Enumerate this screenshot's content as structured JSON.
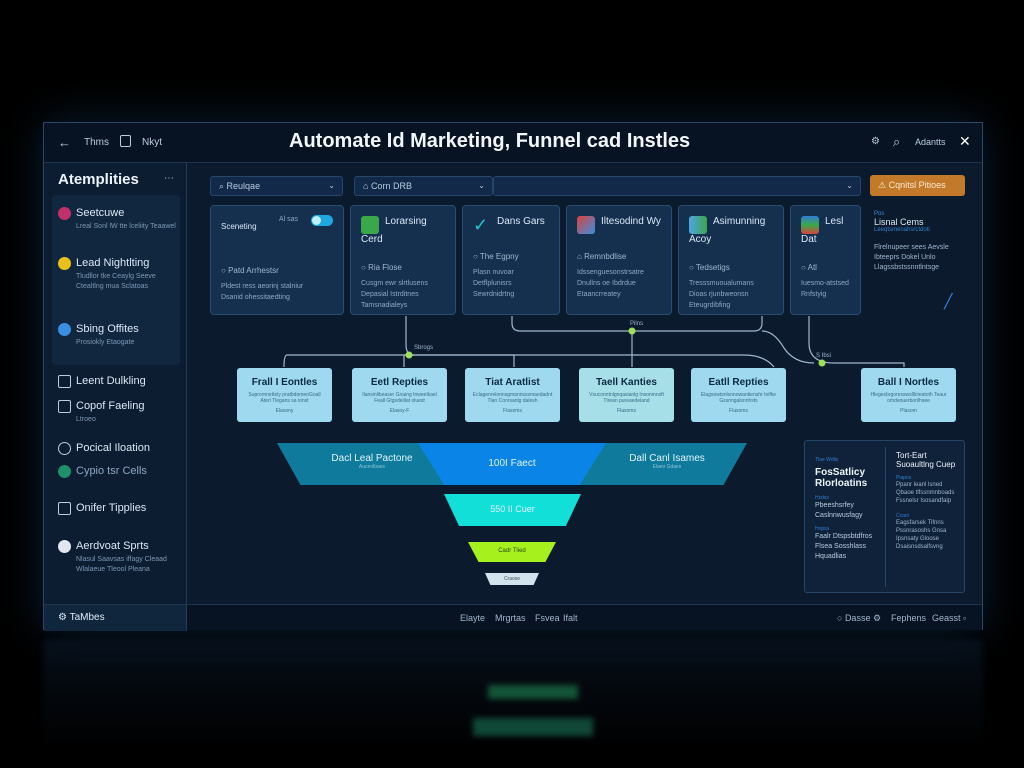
{
  "header": {
    "back_label": "Thms",
    "nav_label": "Nkyt",
    "title": "Automate Id Marketing, Funnel cad Instles",
    "account_label": "Adantts"
  },
  "sidebar": {
    "title": "Atemplities",
    "items": [
      {
        "label": "Seetcuwe",
        "desc": "Lreal Sonl lW tte lceliity Teaawel"
      },
      {
        "label": "Lead Nightlting",
        "desc": "Tludllor tke Ceaylg Seeve Ctealtlng mua Sclatoas"
      },
      {
        "label": "Sbing Offites",
        "desc": "Prosiokly Etaogate"
      },
      {
        "label": "Leent Dulkling",
        "desc": ""
      },
      {
        "label": "Copof Faeling",
        "desc": "Ltroeo"
      },
      {
        "label": "Pocical Iloation",
        "desc": ""
      },
      {
        "label": "Cypio tsr Cells",
        "desc": ""
      },
      {
        "label": "Onifer Tipplies",
        "desc": ""
      },
      {
        "label": "Aerdvoat Sprts",
        "desc": "Nlasul Saavsas iffagy Cleaad Wlalaeue Tleool Pleana"
      }
    ],
    "footer_label": "TaMbes"
  },
  "filters": {
    "filter1": "Reulqae",
    "filter2": "Corn DRB",
    "action_button": "Cqnitsl Pitioes"
  },
  "cards": [
    {
      "title": "Sceneting",
      "toggle_label": "Al sas",
      "toggle_on": true,
      "sub": "Patd Arrhestsr",
      "items": [
        "Pldest ress aeorinj stalniur",
        "Dsanid ohessitaedting"
      ],
      "color": "#2b8fd8"
    },
    {
      "title": "Lorarsing Cerd",
      "sub": "Ria Flose",
      "items": [
        "Cusgm ewr slrtlusens",
        "Depasial Istrditnes",
        "Tamsnadialeys"
      ],
      "color": "#3aa84a"
    },
    {
      "title": "Dans Gars",
      "sub": "The Egpny",
      "items": [
        "Plasn nuvoar",
        "Detflplunisrs",
        "Sewrdnidrtng"
      ],
      "color": "#22c3c9"
    },
    {
      "title": "Iltesodind Wy",
      "sub": "Remnbdlise",
      "items": [
        "Idssenguesonstrsatre",
        "Dnullns oe Ibdrdue",
        "Etaancrreatey"
      ],
      "color": "#d9443f"
    },
    {
      "title": "Asimunning Acoy",
      "sub": "Tedsetigs",
      "items": [
        "Tresssmuoualumans",
        "Dioas rjunbweonsn",
        "Eteugrdibfing"
      ],
      "color": "#4fa3e8"
    },
    {
      "title": "Lesl Dat",
      "sub": "Atl",
      "items": [
        "Iuesmo-atstsed Rnfstyig"
      ],
      "color": "#2f7ed2"
    }
  ],
  "info_panel": {
    "tag": "Pos",
    "title": "Lisnal Cems",
    "link": "Leeqtsmenahsrctdoti",
    "text": "Flrelnupeer sees Aevsle Ibteeprs Dokel Unlo Llagssbstssnntlntsge"
  },
  "connector_labels": [
    "Pilns",
    "Sbrogs",
    "S Ibsi"
  ],
  "stage_boxes": [
    {
      "title": "Frall I Eontles",
      "desc": "Suprornnettely pratbdomeoGoall Aterl Tlegans sa ionst",
      "footer": "Elasony"
    },
    {
      "title": "Eetl Repties",
      "desc": "Ilansinlibeaser Gnaing Inweelkael Feall Gtgsdeillat oluest",
      "footer": "Elasoy-F"
    },
    {
      "title": "Tiat Aratlist",
      "desc": "Eclagenrelonnsgmannsssmaedadnt Tlan Conrsanlg dalesh",
      "footer": "Flasoms"
    },
    {
      "title": "Taell Kanties",
      "desc": "Vsuconntnlgnqasianlg Insonmnsft Tlrean pureaedeland",
      "footer": "Flasoms"
    },
    {
      "title": "Eatll Repties",
      "desc": "Elagsowtsnlsnnowantienshr Inifke Gssnngalsnnhsts",
      "footer": "Flasoms"
    },
    {
      "title": "Ball I Nortles",
      "desc": "Hlegesbrgoresswslllcteatoth Teaur omdeouerborilhsee",
      "footer": "Plasom"
    }
  ],
  "funnel": [
    {
      "left": "Dacl Leal Pactone",
      "left_sub": "Aucenlbaes",
      "center": "100I Faect",
      "right": "Dall Canl Isames",
      "right_sub": "Elaev Gdaes",
      "color_side": "#0f7a9c",
      "color_center": "#0b84e8"
    },
    {
      "label": "550 II Cuer",
      "color": "#12dfd7"
    },
    {
      "label": "Cadr Tlied",
      "color": "#a6f01e"
    },
    {
      "label": "Craose",
      "color": "#d3e3ee"
    }
  ],
  "summary_panel": {
    "left": {
      "tag": "Tlae Wdlis",
      "title": "FosSatlicy Rlorloatins",
      "sections": [
        {
          "h": "Hsdss",
          "items": [
            "Pbeeshsrfey",
            "Caslnnwusfagy"
          ]
        },
        {
          "h": "Hopss",
          "items": [
            "Faalr Dtspsbtdfros",
            "Flsea Sosshlass",
            "Hquadlias"
          ]
        }
      ]
    },
    "right": {
      "title": "Tort-Eart Suoaultlng Cuep",
      "sections": [
        {
          "h": "Piapos",
          "items": [
            "Ppanr leanl lsned",
            "Qbaoe tlfssnmnboads",
            "Fssnelsr Isosandfalp"
          ]
        },
        {
          "h": "Ccanl",
          "items": [
            "Eagsfarsek Tifnns",
            "Pssnrasoshs Gnsa",
            "Ipsnsaty Gloose",
            "Dsaisnsdsalfsvng"
          ]
        }
      ]
    }
  },
  "footer": {
    "links": [
      "Elayte",
      "Mrgrtas",
      "Fsvea",
      "Ifalt"
    ],
    "right": [
      "Dasse",
      "Fephens",
      "Geasst"
    ]
  },
  "colors": {
    "accent": "#1fa7e0",
    "button": "#c27a2a",
    "background": "#0b1a2c"
  }
}
